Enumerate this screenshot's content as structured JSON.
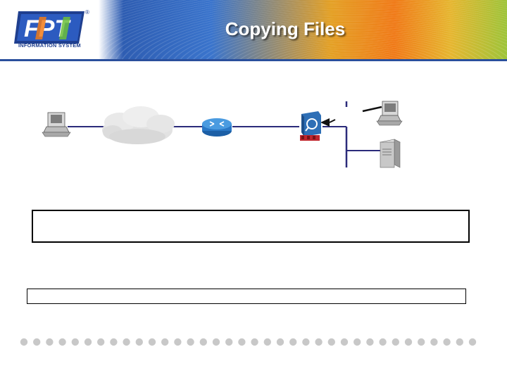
{
  "header": {
    "title": "Copying Files",
    "logo_text": "FPT",
    "logo_subtitle": "INFORMATION SYSTEM",
    "logo_mark": "®"
  },
  "diagram": {
    "nodes": [
      {
        "id": "client-workstation",
        "icon": "workstation-icon"
      },
      {
        "id": "internet-cloud",
        "icon": "cloud-icon"
      },
      {
        "id": "router",
        "icon": "router-icon"
      },
      {
        "id": "firewall-ids",
        "icon": "firewall-icon"
      },
      {
        "id": "admin-workstation",
        "icon": "workstation-icon"
      },
      {
        "id": "file-server",
        "icon": "server-icon"
      }
    ]
  },
  "content_box_top": {
    "text": ""
  },
  "content_box_bottom": {
    "text": ""
  },
  "colors": {
    "link_line": "#2b2b7a",
    "header_blue": "#2e5db2",
    "header_orange": "#f07a18",
    "header_green": "#9ec43a",
    "dot_color": "#c8c8c8"
  }
}
